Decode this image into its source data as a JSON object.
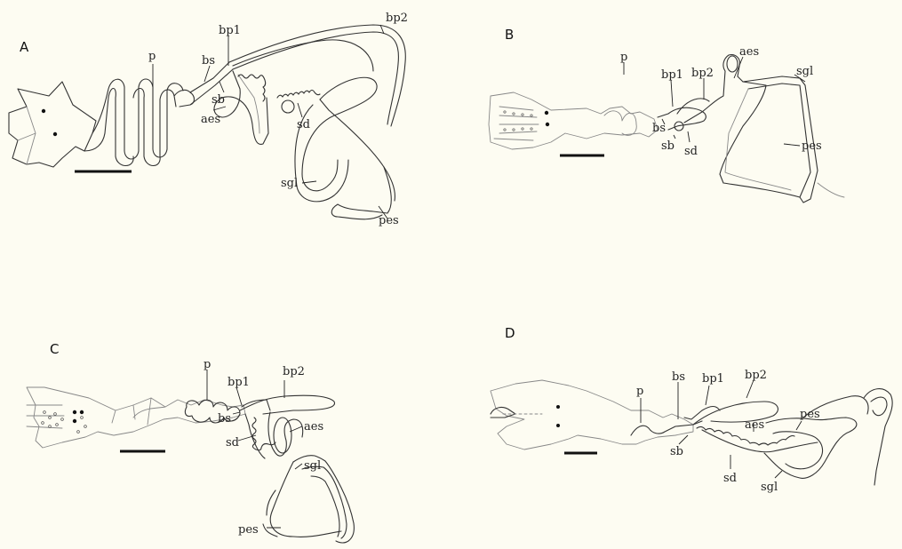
{
  "panels": [
    {
      "id": "A",
      "labels": [
        "p",
        "bs",
        "bp1",
        "bp2",
        "sb",
        "aes",
        "sd",
        "sgl",
        "pes"
      ]
    },
    {
      "id": "B",
      "labels": [
        "p",
        "bp1",
        "bp2",
        "aes",
        "sgl",
        "bs",
        "sb",
        "sd",
        "pes"
      ]
    },
    {
      "id": "C",
      "labels": [
        "p",
        "bp2",
        "bp1",
        "bs",
        "aes",
        "sd",
        "sgl",
        "pes"
      ]
    },
    {
      "id": "D",
      "labels": [
        "bs",
        "bp1",
        "bp2",
        "p",
        "pes",
        "aes",
        "sb",
        "sd",
        "sgl"
      ]
    }
  ]
}
